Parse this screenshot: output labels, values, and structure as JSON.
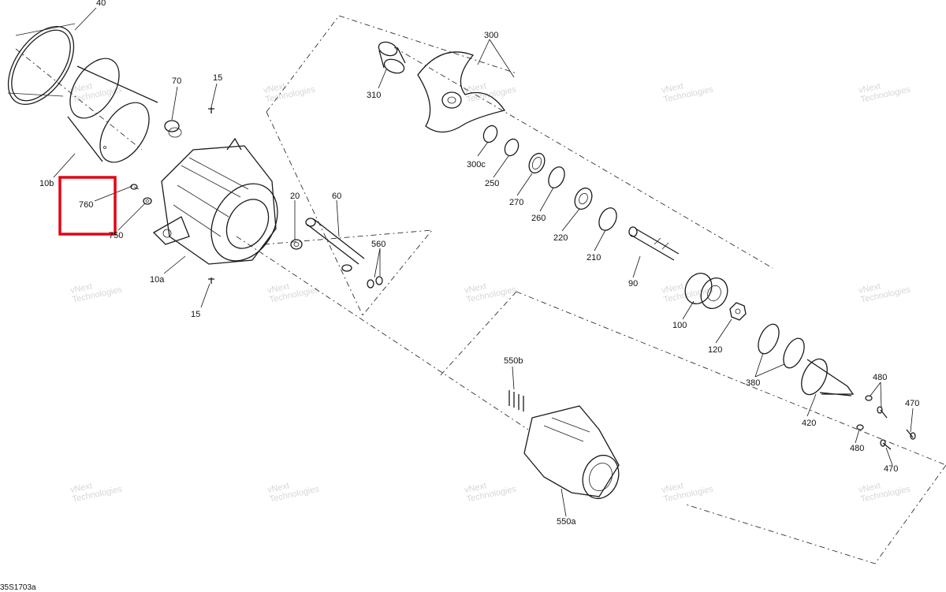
{
  "drawing": {
    "reference": "35S1703a",
    "highlight_color": "#e30613",
    "highlighted_callout": "760"
  },
  "watermark": {
    "line1": "vNext",
    "line2": "Technologies"
  },
  "callouts": {
    "c40": "40",
    "c10b": "10b",
    "c760": "760",
    "c750": "750",
    "c70": "70",
    "c15a": "15",
    "c10a": "10a",
    "c15b": "15",
    "c20": "20",
    "c60": "60",
    "c560": "560",
    "c310": "310",
    "c300": "300",
    "c300c": "300c",
    "c250": "250",
    "c270": "270",
    "c260": "260",
    "c220": "220",
    "c210": "210",
    "c90": "90",
    "c100": "100",
    "c120": "120",
    "c380": "380",
    "c420": "420",
    "c480a": "480",
    "c480b": "480",
    "c470a": "470",
    "c470b": "470",
    "c550b": "550b",
    "c550a": "550a"
  }
}
